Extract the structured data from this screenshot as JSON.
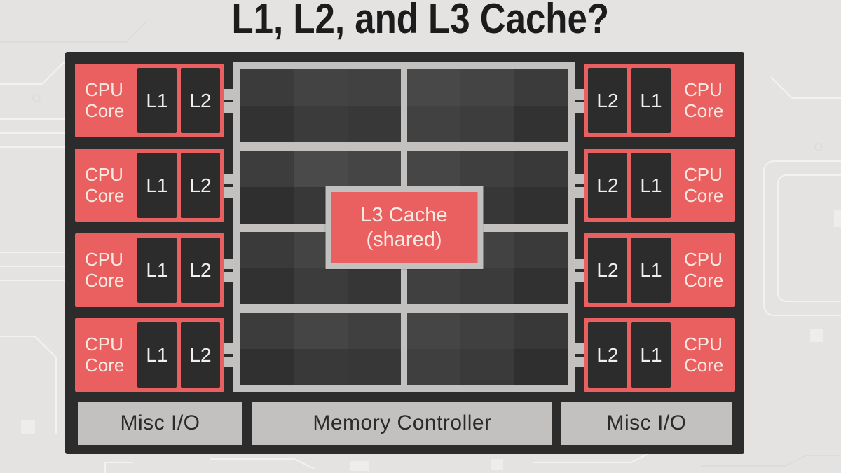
{
  "title": "L1, L2, and L3 Cache?",
  "colors": {
    "background": "#e4e3e2",
    "chip": "#2d2c2d",
    "red": "#ea5f5f",
    "frame_gray": "#c2c1c0",
    "core_text": "#f8eae2",
    "cache_label_text": "#f0f0f0",
    "bar_text": "#2b2b2b",
    "title_text": "#1c1c1c"
  },
  "cores": {
    "left": [
      {
        "label": "CPU Core",
        "l1": "L1",
        "l2": "L2"
      },
      {
        "label": "CPU Core",
        "l1": "L1",
        "l2": "L2"
      },
      {
        "label": "CPU Core",
        "l1": "L1",
        "l2": "L2"
      },
      {
        "label": "CPU Core",
        "l1": "L1",
        "l2": "L2"
      }
    ],
    "right": [
      {
        "label": "CPU Core",
        "l1": "L1",
        "l2": "L2"
      },
      {
        "label": "CPU Core",
        "l1": "L1",
        "l2": "L2"
      },
      {
        "label": "CPU Core",
        "l1": "L1",
        "l2": "L2"
      },
      {
        "label": "CPU Core",
        "l1": "L1",
        "l2": "L2"
      }
    ]
  },
  "l3_cache": {
    "line1": "L3 Cache",
    "line2": "(shared)"
  },
  "bottom_bars": [
    {
      "label": "Misc I/O"
    },
    {
      "label": "Memory Controller"
    },
    {
      "label": "Misc I/O"
    }
  ],
  "cache_grid": {
    "rows": 4,
    "panels_per_row": 2,
    "tile_shades": [
      [
        [
          "#3b3b3b",
          "#434343",
          "#414141",
          "#323232",
          "#3b3b3b",
          "#383838"
        ],
        [
          "#484848",
          "#444444",
          "#3b3b3b",
          "#414141",
          "#3d3d3d",
          "#323232"
        ]
      ],
      [
        [
          "#3d3d3d",
          "#4a4a4a",
          "#454545",
          "#2f2f2f",
          "#383838",
          "#3b3b3b"
        ],
        [
          "#464646",
          "#3f3f3f",
          "#393939",
          "#3e3e3e",
          "#373737",
          "#303030"
        ]
      ],
      [
        [
          "#3a3a3a",
          "#444444",
          "#3f3f3f",
          "#313131",
          "#3c3c3c",
          "#363636"
        ],
        [
          "#474747",
          "#424242",
          "#3a3a3a",
          "#404040",
          "#3b3b3b",
          "#313131"
        ]
      ],
      [
        [
          "#3c3c3c",
          "#454545",
          "#404040",
          "#303030",
          "#393939",
          "#373737"
        ],
        [
          "#454545",
          "#404040",
          "#383838",
          "#3f3f3f",
          "#3a3a3a",
          "#2f2f2f"
        ]
      ]
    ]
  }
}
